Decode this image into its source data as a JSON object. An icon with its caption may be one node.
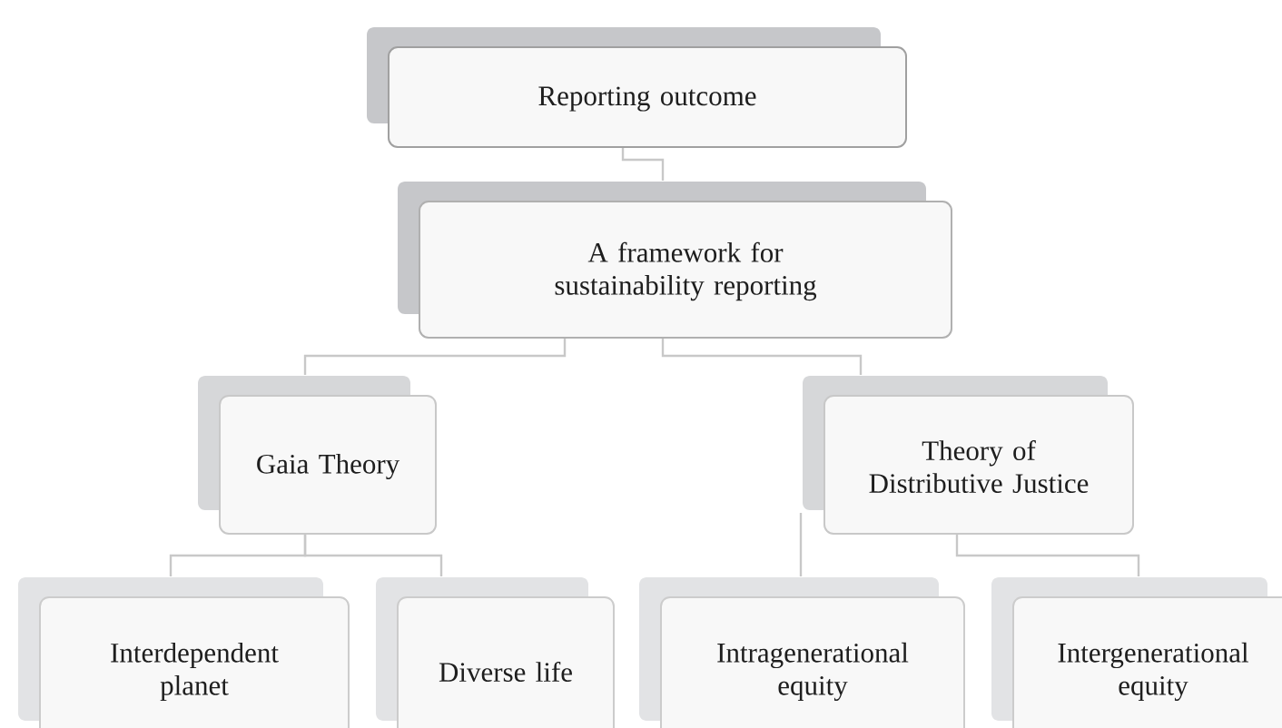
{
  "diagram": {
    "nodes": [
      {
        "text": [
          "Reporting outcome"
        ]
      },
      {
        "text": [
          "A framework for sustainability reporting"
        ]
      },
      {
        "text": [
          "Gaia Theory"
        ]
      },
      {
        "text": [
          "Theory of Distributive Justice"
        ]
      },
      {
        "text": [
          "Interdependent planet"
        ]
      },
      {
        "text": [
          "Diverse life"
        ]
      },
      {
        "text": [
          "Intragenerational equity"
        ]
      },
      {
        "text": [
          "Intergenerational equity"
        ]
      }
    ],
    "edges": [
      {
        "from": 0,
        "to": 1,
        "arrow": "none"
      },
      {
        "from": 1,
        "to": 2,
        "arrow": "none"
      },
      {
        "from": 1,
        "to": 3,
        "arrow": "none"
      },
      {
        "from": 2,
        "to": 4,
        "arrow": "none"
      },
      {
        "from": 2,
        "to": 5,
        "arrow": "none"
      },
      {
        "from": 3,
        "to": 6,
        "arrow": "none"
      },
      {
        "from": 3,
        "to": 7,
        "arrow": "none"
      }
    ]
  }
}
